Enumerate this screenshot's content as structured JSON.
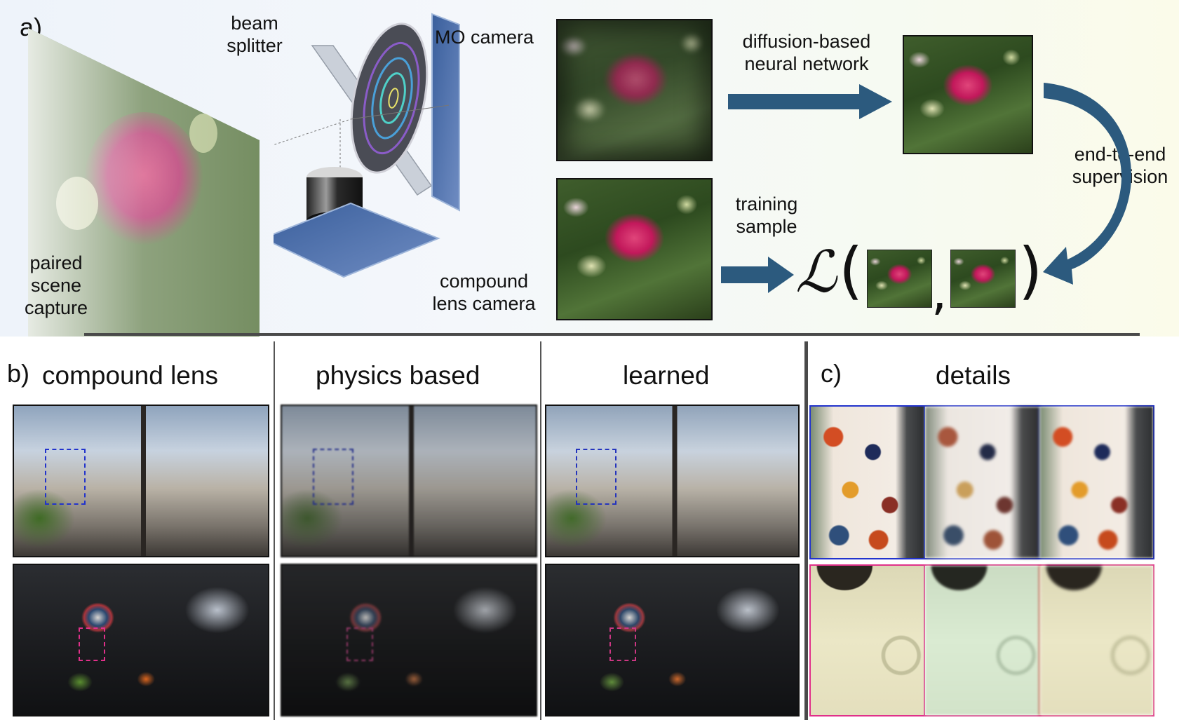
{
  "panel_a": {
    "label": "a)",
    "beam_splitter": "beam\nsplitter",
    "mo_camera": "MO camera",
    "compound_lens_camera": "compound\nlens camera",
    "paired_scene_capture": "paired\nscene\ncapture",
    "diffusion_network": "diffusion-based\nneural network",
    "end_to_end": "end-to-end\nsupervision",
    "training_sample": "training\nsample",
    "loss_symbol": "ℒ",
    "paren_open": "(",
    "comma": ",",
    "paren_close": ")"
  },
  "panel_b": {
    "label": "b)",
    "col_compound": "compound lens",
    "col_physics": "physics based",
    "col_learned": "learned"
  },
  "panel_c": {
    "label": "c)",
    "title": "details"
  },
  "colors": {
    "arrow": "#2c5a7e",
    "blue_box": "#2233cc",
    "pink_box": "#e0308a"
  }
}
